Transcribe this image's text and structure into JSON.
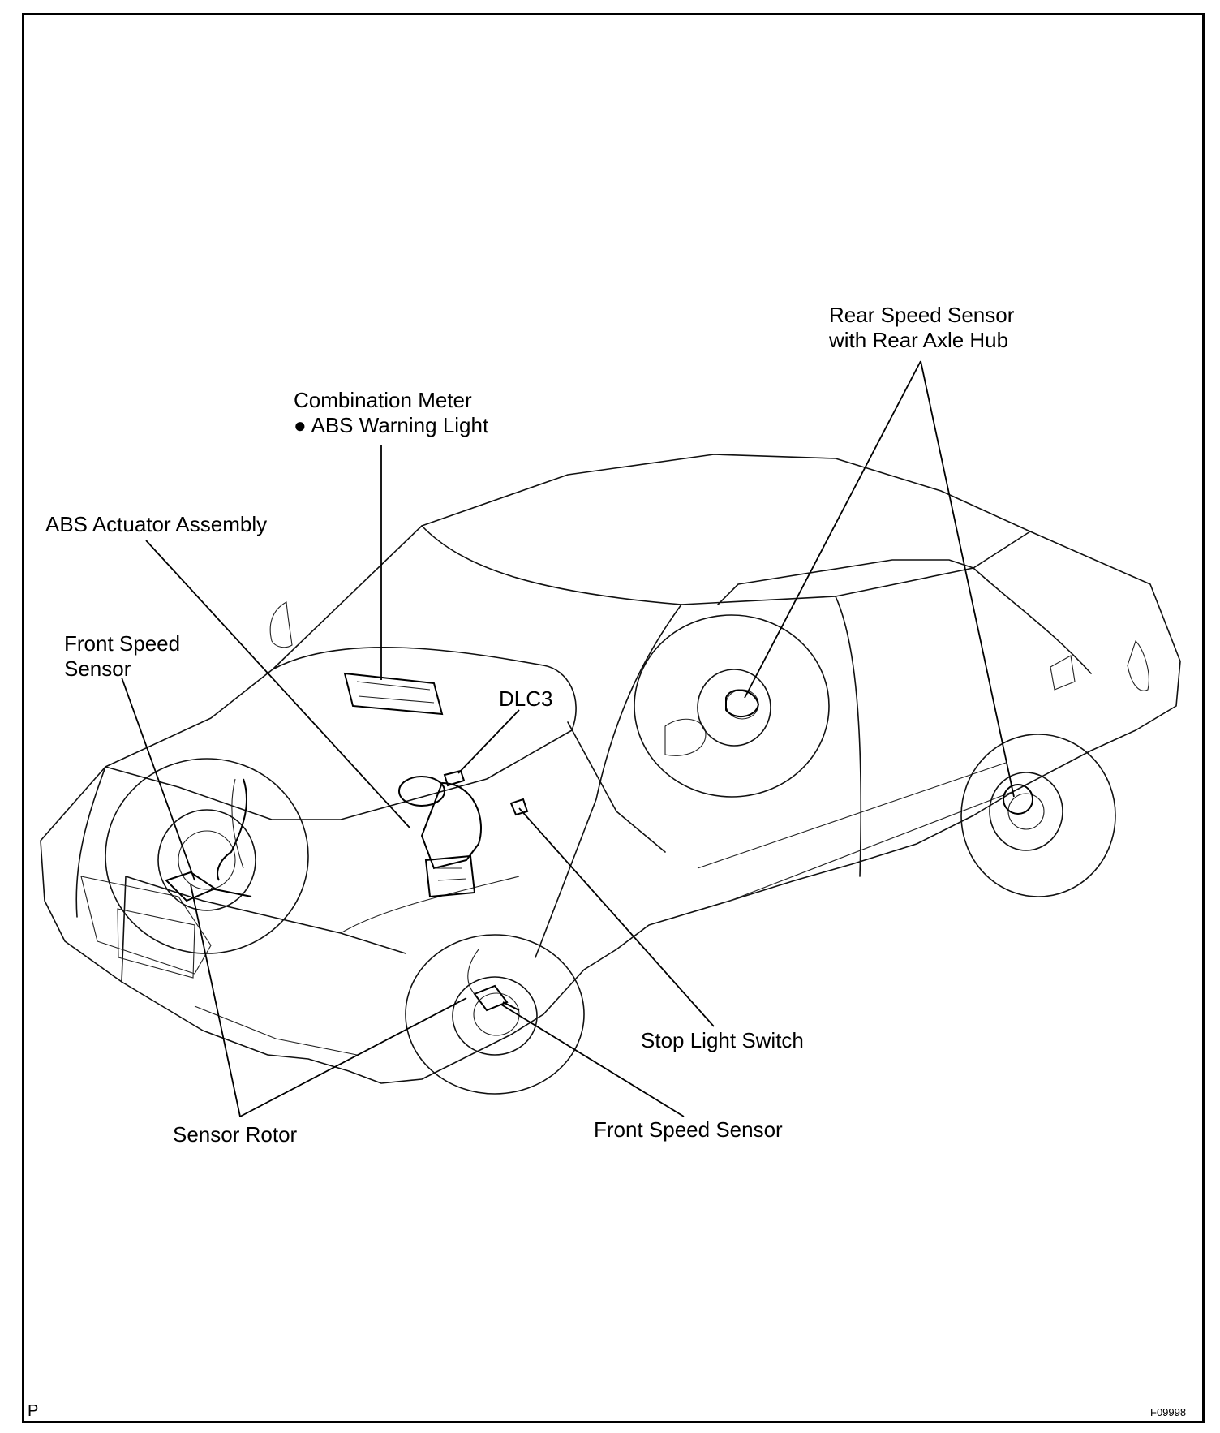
{
  "labels": {
    "combination_meter_line1": "Combination Meter",
    "combination_meter_line2": "● ABS Warning Light",
    "rear_speed_sensor_line1": "Rear Speed Sensor",
    "rear_speed_sensor_line2": "with Rear Axle Hub",
    "abs_actuator": "ABS Actuator Assembly",
    "front_speed_sensor_left_line1": "Front Speed",
    "front_speed_sensor_left_line2": "Sensor",
    "dlc3": "DLC3",
    "stop_light_switch": "Stop Light Switch",
    "sensor_rotor": "Sensor Rotor",
    "front_speed_sensor_bottom": "Front Speed Sensor"
  },
  "corner": {
    "bottom_left": "P",
    "figure_code": "F09998"
  }
}
